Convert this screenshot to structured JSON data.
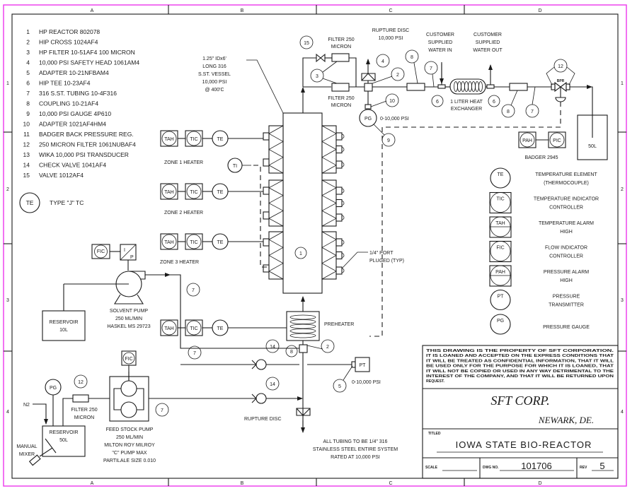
{
  "drawing": {
    "zones_columns": [
      "A",
      "B",
      "C",
      "D"
    ],
    "zones_rows": [
      "1",
      "2",
      "3",
      "4"
    ],
    "parts_list": [
      {
        "num": "1",
        "desc": "HP REACTOR 802078"
      },
      {
        "num": "2",
        "desc": "HIP CROSS 1024AF4"
      },
      {
        "num": "3",
        "desc": "HP FILTER 10-51AF4 100 MICRON"
      },
      {
        "num": "4",
        "desc": "10,000 PSI SAFETY HEAD 1061AM4"
      },
      {
        "num": "5",
        "desc": "ADAPTER 10-21NFBAM4"
      },
      {
        "num": "6",
        "desc": "HIP TEE 10-23AF4"
      },
      {
        "num": "7",
        "desc": "316 S.ST. TUBING 10-4F316"
      },
      {
        "num": "8",
        "desc": "COUPLING 10-21AF4"
      },
      {
        "num": "9",
        "desc": "10,000 PSI GAUGE 4P610"
      },
      {
        "num": "10",
        "desc": "ADAPTER 1021AF4HM4"
      },
      {
        "num": "11",
        "desc": "BADGER BACK PRESSURE REG."
      },
      {
        "num": "12",
        "desc": "250 MICRON FILTER 1061NUBAF4"
      },
      {
        "num": "13",
        "desc": "WIKA 10,000 PSI TRANSDUCER"
      },
      {
        "num": "14",
        "desc": "CHECK VALVE 1041AF4"
      },
      {
        "num": "15",
        "desc": "VALVE 1012AF4"
      }
    ],
    "te_note": {
      "symbol": "TE",
      "text": "TYPE \"J\" TC"
    },
    "vessel_note": [
      "1.25\" IDx6'",
      "LONG 316",
      "S.ST. VESSEL",
      "10,000 PSI",
      "@ 400'C"
    ],
    "zones": [
      "ZONE 1 HEATER",
      "ZONE 2 HEATER",
      "ZONE 3 HEATER"
    ],
    "instr": {
      "tah": "TAH",
      "tic": "TIC",
      "te": "TE",
      "ti": "TI",
      "fic": "FIC",
      "pah": "PAH",
      "pic": "PIC",
      "pg": "PG",
      "pt": "PT",
      "bpr": "BPR",
      "ip_i": "I",
      "ip_p": "P"
    },
    "labels": {
      "filter_top": [
        "FILTER 250",
        "MICRON"
      ],
      "filter_bottom": [
        "FILTER 250",
        "MICRON"
      ],
      "rupture_top": [
        "RUPTURE DISC",
        "10,000 PSI"
      ],
      "water_in": [
        "CUSTOMER",
        "SUPPLIED",
        "WATER IN"
      ],
      "water_out": [
        "CUSTOMER",
        "SUPPLIED",
        "WATER OUT"
      ],
      "heat_exchanger": [
        "1 LITER HEAT",
        "EXCHANGER"
      ],
      "pg_range": "0-10,000 PSI",
      "pt_range": "0-10,000 PSI",
      "badger": "BADGER 2945",
      "tank_50l": "50L",
      "port_note": [
        "1/4\" PORT",
        "PLUGED (TYP)"
      ],
      "preheater": "PREHEATER",
      "solvent_pump": [
        "SOLVENT PUMP",
        "250 ML/MIN",
        "HASKEL MS 29723"
      ],
      "reservoir_10l": [
        "RESERVOIR",
        "10L"
      ],
      "reservoir_50l": [
        "RESERVOIR",
        "50L"
      ],
      "n2": "N2",
      "manual_mixer": [
        "MANUAL",
        "MIXER"
      ],
      "filter_feed": [
        "FILTER 250",
        "MICRON"
      ],
      "feed_pump": [
        "FEED STOCK PUMP",
        "250 ML/MIN",
        "MILTON ROY MILROY",
        "\"C\" PUMP MAX",
        "PARTILALE SIZE 0.010"
      ],
      "rupture_bottom": "RUPTURE DISC",
      "tubing_note": [
        "ALL TUBING TO BE 1/4\" 316",
        "STAINLESS STEEL ENTIRE SYSTEM",
        "RATED AT 10,000 PSI"
      ]
    },
    "balloons": {
      "b1": "1",
      "b2": "2",
      "b3": "3",
      "b4": "4",
      "b5": "5",
      "b6": "6",
      "b7": "7",
      "b8": "8",
      "b9": "9",
      "b10": "10",
      "b12": "12",
      "b14": "14",
      "b15": "15"
    },
    "legend": [
      {
        "symbol": "TE",
        "lines": [
          "TEMPERATURE ELEMENT",
          "(THERMOCOUPLE)"
        ]
      },
      {
        "symbol": "TIC",
        "lines": [
          "TEMPERATURE INDICATOR",
          "CONTROLLER"
        ]
      },
      {
        "symbol": "TAH",
        "lines": [
          "TEMPERATURE ALARM",
          "HIGH"
        ]
      },
      {
        "symbol": "FIC",
        "lines": [
          "FLOW INDICATOR",
          "CONTROLLER"
        ]
      },
      {
        "symbol": "PAH",
        "lines": [
          "PRESSURE ALARM",
          "HIGH"
        ]
      },
      {
        "symbol": "PT",
        "lines": [
          "PRESSURE",
          "TRANSMITTER"
        ]
      },
      {
        "symbol": "PG",
        "lines": [
          "PRESSURE GAUGE"
        ]
      }
    ],
    "title_block": {
      "notice": [
        "THIS DRAWING IS THE PROPERTY OF SFT CORPORATION.",
        "IT IS LOANED AND ACCEPTED ON THE EXPRESS CONDITIONS THAT",
        "IT WILL BE TREATED AS CONFIDENTIAL INFORMATION, THAT IT WILL",
        "BE USED ONLY FOR THE PURPOSE FOR WHICH IT IS LOANED, THAT",
        "IT WILL NOT BE COPIED OR USED IN ANY WAY DETRIMENTAL TO THE",
        "INTEREST OF THE COMPANY, AND THAT IT WILL BE RETURNED UPON",
        "REQUEST."
      ],
      "company": "SFT CORP.",
      "location": "NEWARK, DE.",
      "title_label": "TITLED",
      "title": "IOWA STATE BIO-REACTOR",
      "scale_label": "SCALE",
      "scale_value": "",
      "dwg_label": "DWG NO.",
      "dwg_no": "101706",
      "rev_label": "REV",
      "rev": "5"
    },
    "colors": {
      "line": "#1a1a1a",
      "frame": "#ee44ee",
      "paper": "#ffffff"
    }
  }
}
